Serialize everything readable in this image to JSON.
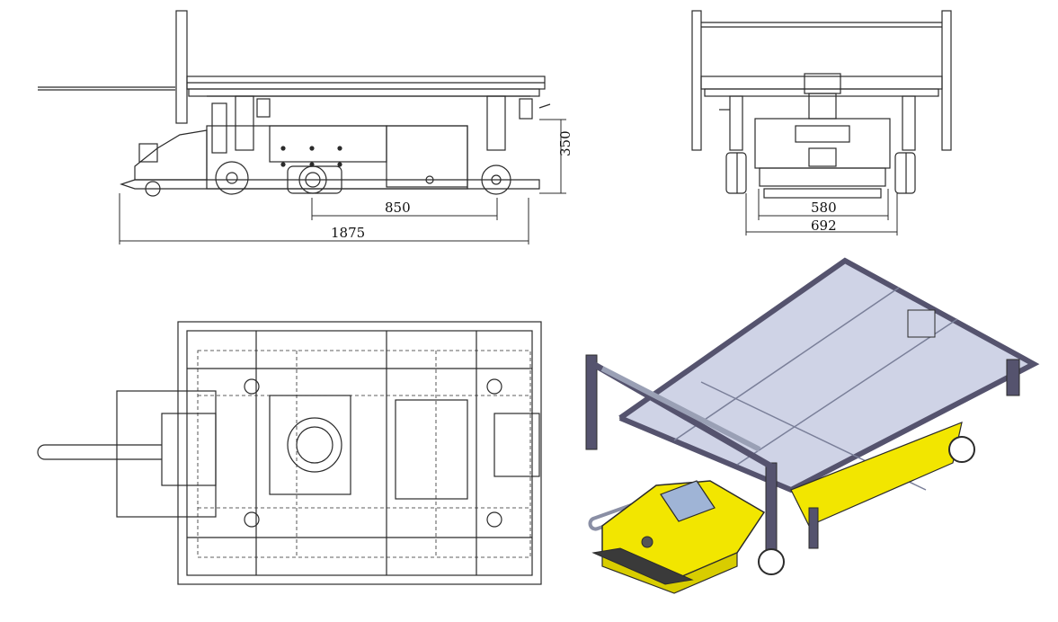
{
  "side_view": {
    "dim_wheelbase": "850",
    "dim_height": "350",
    "dim_length": "1875"
  },
  "front_view": {
    "dim_inner_width": "580",
    "dim_outer_width": "692"
  },
  "colors": {
    "line": "#2b2b2b",
    "body_yellow": "#f2e600",
    "deck_gray": "#cfd3e6",
    "frame_purple": "#55536e",
    "panel_blue": "#9fb4d6"
  },
  "views": [
    "side-elevation",
    "front-elevation",
    "top-plan",
    "isometric-render"
  ]
}
